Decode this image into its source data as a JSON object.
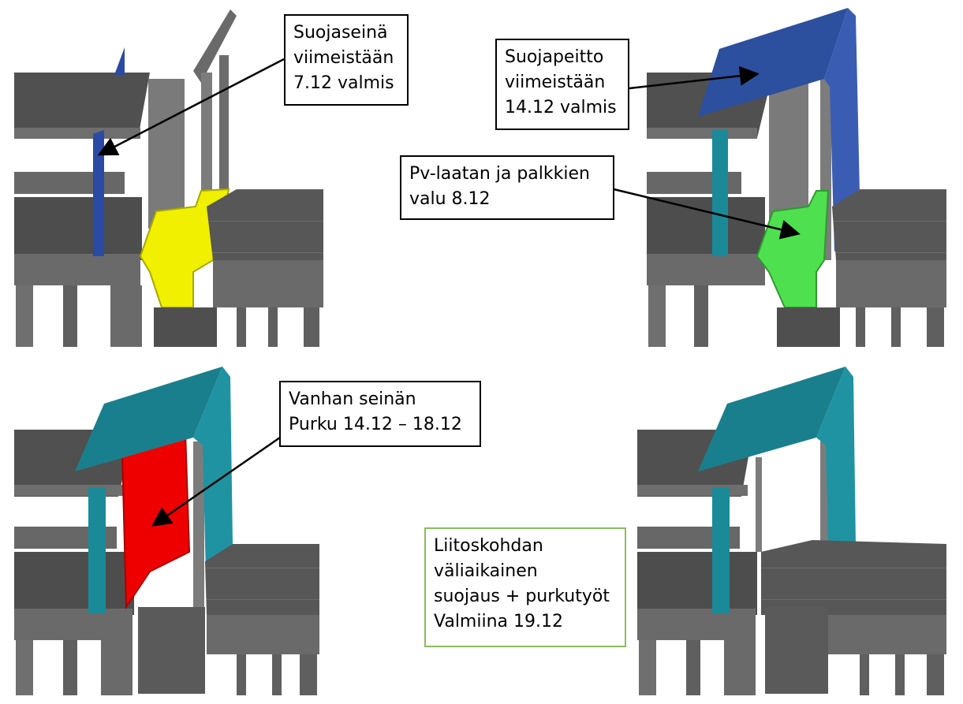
{
  "colors": {
    "steel": "#5c5c5c",
    "steel_light": "#7a7a7a",
    "steel_dark": "#3e3e3e",
    "blue_wall": "#2a4aa3",
    "blue_cover": "#2c4f9e",
    "teal": "#1a8a98",
    "yellow": "#f0f000",
    "green": "#4fe04f",
    "red": "#ee0000",
    "green_border": "#8cbb5e"
  },
  "callouts": {
    "tl": {
      "lines": [
        "Suojaseinä",
        "viimeistään",
        "7.12 valmis"
      ]
    },
    "tr": {
      "lines": [
        "Suojapeitto",
        "viimeistään",
        "14.12 valmis"
      ]
    },
    "mid": {
      "lines": [
        "Pv-laatan ja palkkien",
        "valu 8.12"
      ]
    },
    "bl": {
      "lines": [
        "Vanhan seinän",
        "Purku 14.12 – 18.12"
      ]
    },
    "br": {
      "lines": [
        "Liitoskohdan",
        "väliaikainen",
        "suojaus + purkutyöt",
        "Valmiina 19.12"
      ]
    }
  }
}
